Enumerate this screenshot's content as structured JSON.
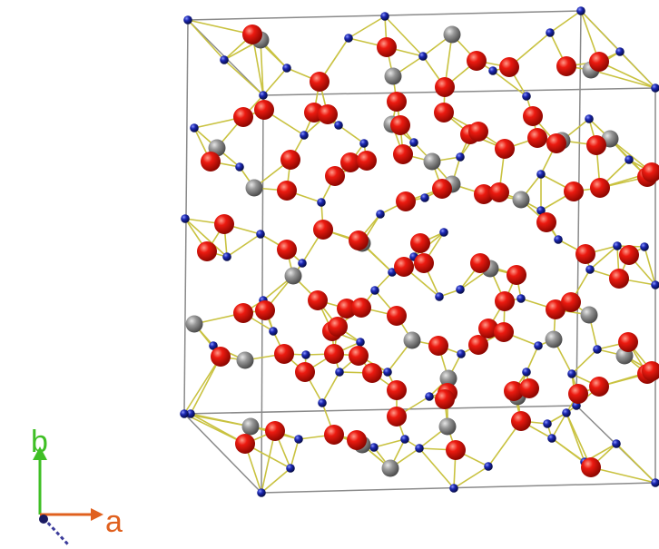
{
  "axes": {
    "a": {
      "label": "a",
      "color": "#e0601e"
    },
    "b": {
      "label": "b",
      "color": "#3fbf25"
    },
    "c": {
      "color": "#3b3b9a"
    }
  },
  "colors": {
    "cell_edge": "#8a8a8a",
    "bond": "#c9c240",
    "red_atom": "#e8140c",
    "grey_atom": "#8e8e8e",
    "blue_atom": "#141f9e",
    "background": "#ffffff"
  },
  "atom_types": [
    "red-atom",
    "grey-atom",
    "blue-atom"
  ]
}
